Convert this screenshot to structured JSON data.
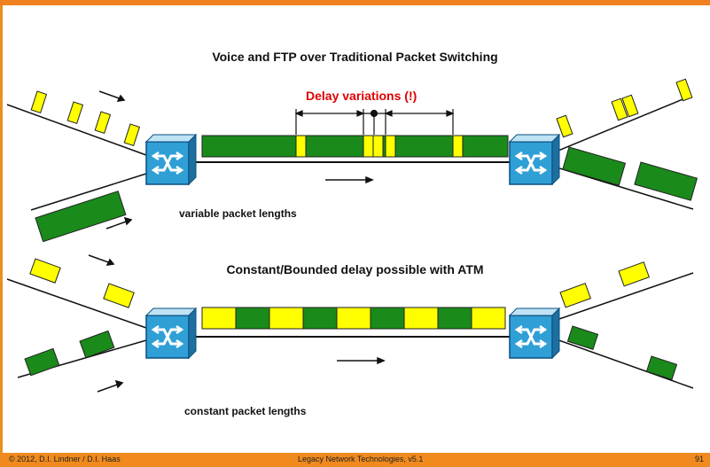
{
  "slide": {
    "title1": "Voice and FTP over Traditional Packet Switching",
    "delay_label": "Delay variations (!)",
    "variable_label": "variable packet lengths",
    "title2": "Constant/Bounded delay possible with ATM",
    "constant_label": "constant packet lengths"
  },
  "footer": {
    "copyright": "© 2012, D.I. Lindner / D.I. Haas",
    "course": "Legacy Network Technologies, v5.1",
    "page": "91"
  },
  "colors": {
    "accent": "#f08a1e",
    "voice_packet": "#ffff00",
    "data_packet": "#1a8a1a",
    "switch": "#2f9fd6",
    "delay_text": "#e00000"
  },
  "icons": [
    "atm-switch-icon",
    "arrow-right-icon"
  ]
}
